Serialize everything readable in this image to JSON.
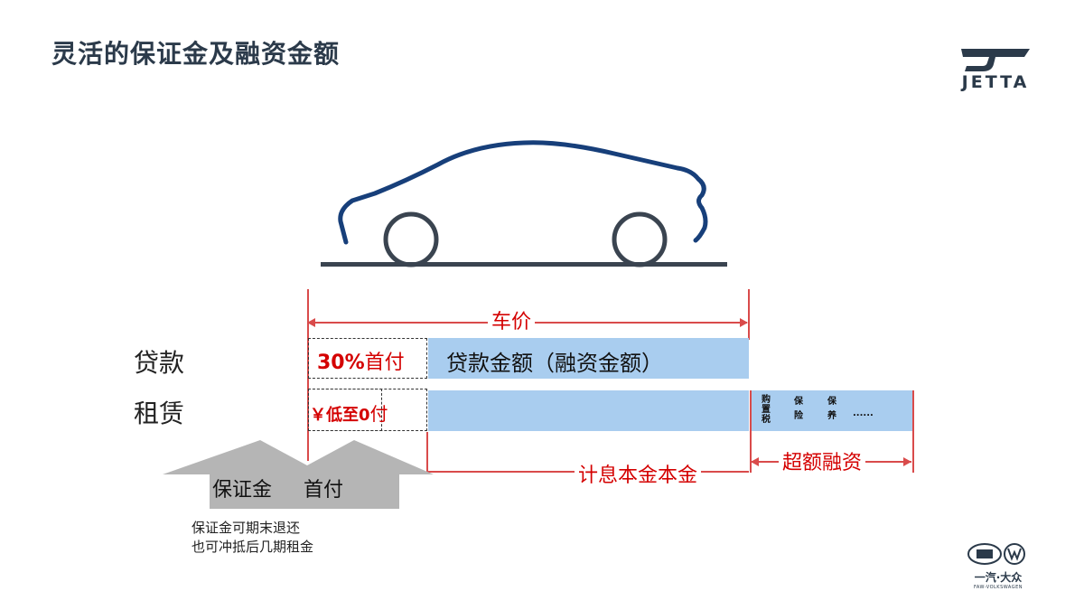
{
  "slide": {
    "title": "灵活的保证金及融资金额"
  },
  "brand": {
    "name": "JETTA"
  },
  "diagram": {
    "car_price_label": "车价",
    "rows": {
      "loan": {
        "label": "贷款",
        "down_payment_pct": "30%",
        "down_payment_text": "首付",
        "financed_label": "贷款金额（融资金额）"
      },
      "lease": {
        "label": "租赁",
        "low_prefix": "￥低至0",
        "low_suffix": "付",
        "extras": [
          "购",
          "置",
          "税",
          "保",
          "险",
          "保",
          "养",
          "......"
        ]
      }
    },
    "interest_principal_label": "计息本金本金",
    "over_finance_label": "超额融资",
    "arrow_labels": {
      "deposit": "保证金",
      "down_payment": "首付"
    },
    "notes": [
      "保证金可期末退还",
      "也可冲抵后几期租金"
    ]
  },
  "footer": {
    "brand_cn": "一汽·大众",
    "brand_en": "FAW-VOLKSWAGEN"
  },
  "colors": {
    "accent_red": "#d40000",
    "band_blue": "#a9cdef",
    "car_outline": "#173f7a"
  }
}
